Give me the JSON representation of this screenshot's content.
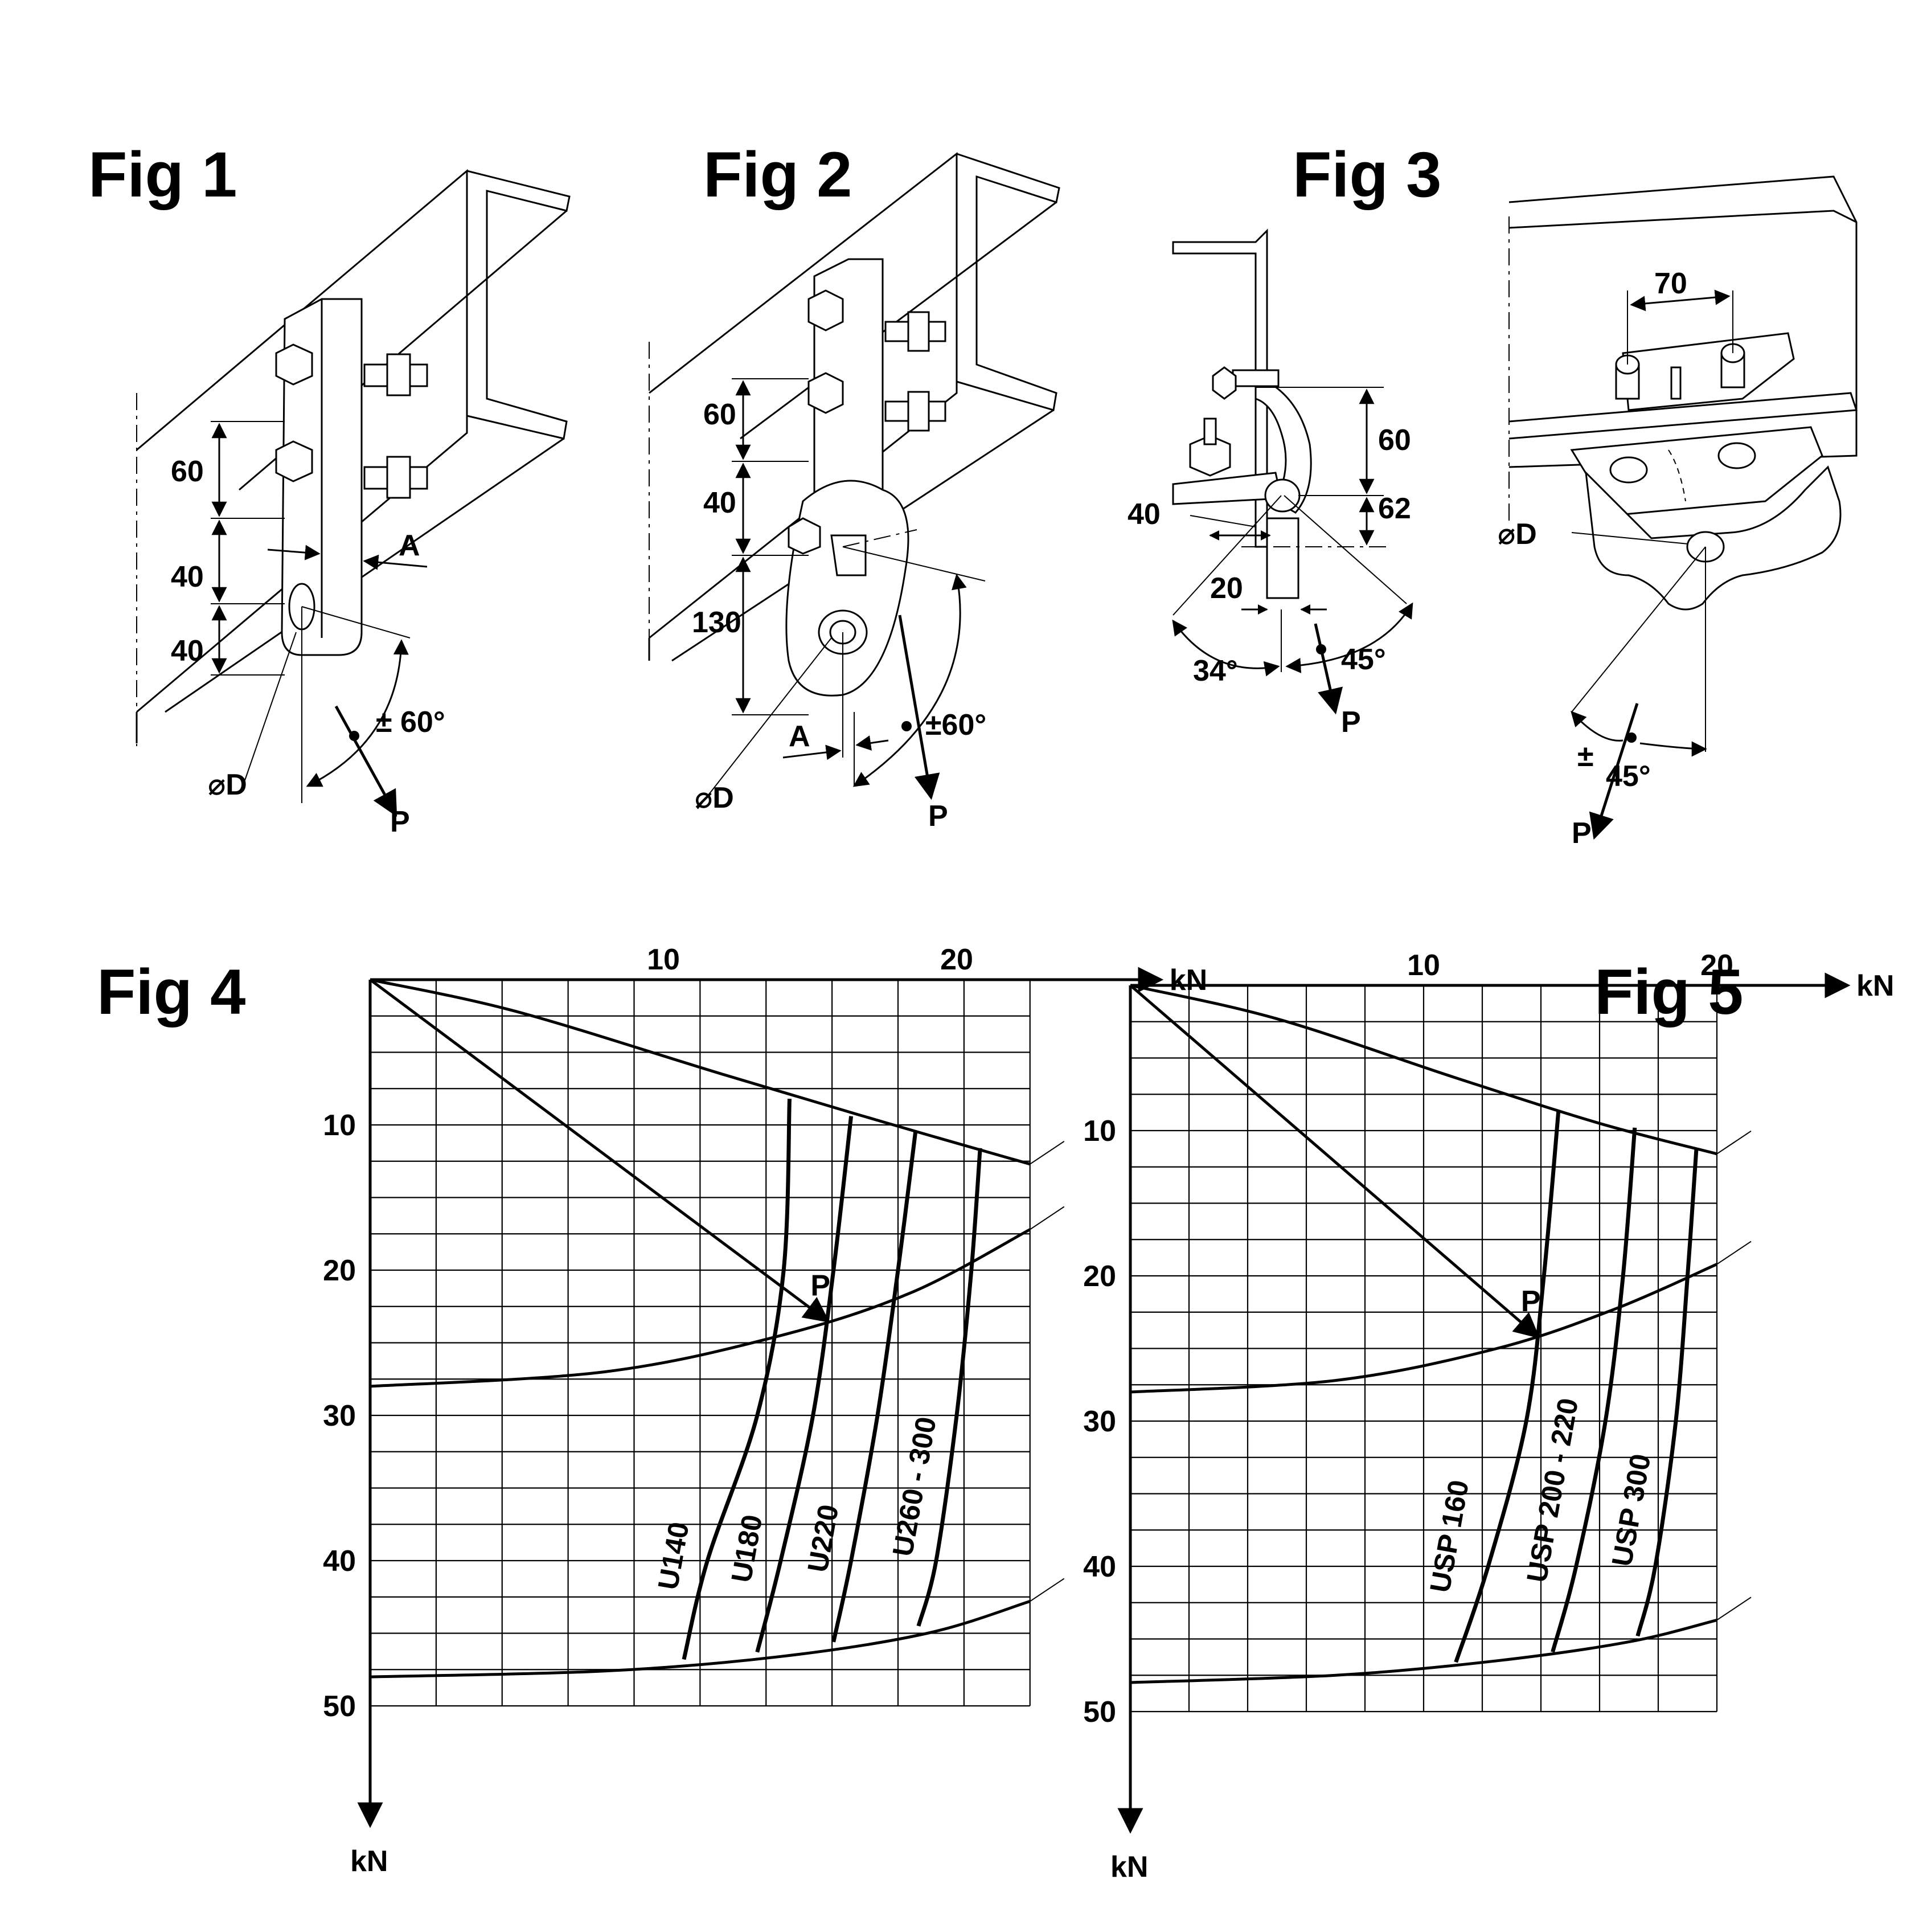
{
  "figures": {
    "fig1": {
      "title": "Fig 1",
      "dims": [
        "60",
        "40",
        "40"
      ],
      "label_a": "A",
      "angle": "± 60°",
      "label_d": "⌀D",
      "label_p": "P"
    },
    "fig2": {
      "title": "Fig 2",
      "dims": [
        "60",
        "40",
        "130"
      ],
      "label_a": "A",
      "angle": "±60°",
      "label_d": "⌀D",
      "label_p": "P"
    },
    "fig3": {
      "title": "Fig 3",
      "dims": [
        "60",
        "62",
        "40",
        "20",
        "70"
      ],
      "angle_left": "34°",
      "angle_right": "45°",
      "angle_pm_sign": "±",
      "angle_pm": "45°",
      "label_d": "⌀D",
      "label_p": "P"
    },
    "fig4": {
      "title": "Fig 4"
    },
    "fig5": {
      "title": "Fig 5"
    }
  },
  "chart_data": [
    {
      "type": "line",
      "figure": "Fig 4",
      "title": "",
      "x_unit": "kN",
      "y_unit": "kN",
      "x_ticks": [
        10,
        20
      ],
      "y_ticks": [
        10,
        20,
        30,
        40,
        50
      ],
      "xlim": [
        0,
        22.5
      ],
      "ylim": [
        0,
        50
      ],
      "grid": true,
      "grid_step_x": 2.25,
      "grid_step_y": 2.5,
      "envelope_arcs": [
        {
          "points": [
            [
              0,
              0
            ],
            [
              5,
              2.2
            ],
            [
              12,
              6.5
            ],
            [
              17.5,
              9.8
            ],
            [
              22.5,
              12.7
            ]
          ]
        },
        {
          "points": [
            [
              0,
              28
            ],
            [
              8,
              27
            ],
            [
              14,
              24.5
            ],
            [
              18.5,
              21.5
            ],
            [
              22.5,
              17.2
            ]
          ]
        },
        {
          "points": [
            [
              0,
              48
            ],
            [
              8,
              47.6
            ],
            [
              14,
              46.6
            ],
            [
              19,
              45
            ],
            [
              22.5,
              42.8
            ]
          ]
        }
      ],
      "series": [
        {
          "name": "U140",
          "points": [
            [
              14.3,
              8.2
            ],
            [
              14.1,
              20
            ],
            [
              13.2,
              30
            ],
            [
              11.5,
              40
            ],
            [
              10.7,
              46.8
            ]
          ]
        },
        {
          "name": "U180",
          "points": [
            [
              16.4,
              9.4
            ],
            [
              15.8,
              20
            ],
            [
              15.1,
              30
            ],
            [
              14.0,
              40
            ],
            [
              13.2,
              46.3
            ]
          ]
        },
        {
          "name": "U220",
          "points": [
            [
              18.6,
              10.4
            ],
            [
              18.0,
              20
            ],
            [
              17.3,
              30
            ],
            [
              16.4,
              40
            ],
            [
              15.8,
              45.6
            ]
          ]
        },
        {
          "name": "U260 - 300",
          "points": [
            [
              20.8,
              11.6
            ],
            [
              20.5,
              20
            ],
            [
              20.0,
              30
            ],
            [
              19.3,
              40
            ],
            [
              18.7,
              44.5
            ]
          ]
        }
      ],
      "load_vector": {
        "label": "P",
        "from": [
          0,
          0
        ],
        "to": [
          15.6,
          23.5
        ]
      }
    },
    {
      "type": "line",
      "figure": "Fig 5",
      "title": "",
      "x_unit": "kN",
      "y_unit": "kN",
      "x_ticks": [
        10,
        20
      ],
      "y_ticks": [
        10,
        20,
        30,
        40,
        50
      ],
      "xlim": [
        0,
        20
      ],
      "ylim": [
        0,
        50
      ],
      "grid": true,
      "grid_step_x": 2.0,
      "grid_step_y": 2.5,
      "envelope_arcs": [
        {
          "points": [
            [
              0,
              0
            ],
            [
              5,
              2.3
            ],
            [
              11,
              6.3
            ],
            [
              16,
              9.5
            ],
            [
              20,
              11.6
            ]
          ]
        },
        {
          "points": [
            [
              0,
              28
            ],
            [
              7,
              27.2
            ],
            [
              12.5,
              25
            ],
            [
              16.5,
              22.3
            ],
            [
              20,
              19.2
            ]
          ]
        },
        {
          "points": [
            [
              0,
              48
            ],
            [
              7,
              47.5
            ],
            [
              12.5,
              46.5
            ],
            [
              17,
              45.2
            ],
            [
              20,
              43.7
            ]
          ]
        }
      ],
      "series": [
        {
          "name": "USP 160",
          "points": [
            [
              14.6,
              8.6
            ],
            [
              14.1,
              20
            ],
            [
              13.5,
              30
            ],
            [
              12.2,
              40
            ],
            [
              11.1,
              46.6
            ]
          ]
        },
        {
          "name": "USP 200 - 220",
          "points": [
            [
              17.2,
              9.8
            ],
            [
              16.8,
              20
            ],
            [
              16.2,
              30
            ],
            [
              15.2,
              40
            ],
            [
              14.4,
              45.9
            ]
          ]
        },
        {
          "name": "USP 300",
          "points": [
            [
              19.3,
              11.3
            ],
            [
              19.0,
              20
            ],
            [
              18.6,
              30
            ],
            [
              17.9,
              40
            ],
            [
              17.3,
              44.8
            ]
          ]
        }
      ],
      "load_vector": {
        "label": "P",
        "from": [
          0,
          0
        ],
        "to": [
          13.9,
          24.2
        ]
      }
    }
  ]
}
